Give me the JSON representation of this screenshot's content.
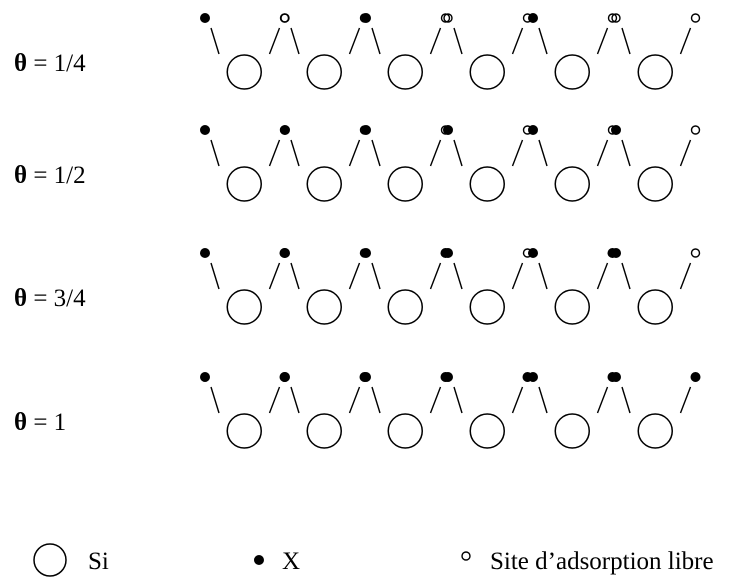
{
  "rows": [
    {
      "prefix": "θ",
      "equals": " = ",
      "value": "1/4",
      "sites": [
        [
          1,
          0
        ],
        [
          0,
          0
        ],
        [
          1,
          0
        ],
        [
          0,
          0
        ],
        [
          1,
          0
        ],
        [
          0,
          0
        ]
      ]
    },
    {
      "prefix": "θ",
      "equals": " = ",
      "value": "1/2",
      "sites": [
        [
          1,
          0
        ],
        [
          1,
          0
        ],
        [
          1,
          0
        ],
        [
          1,
          0
        ],
        [
          1,
          0
        ],
        [
          1,
          0
        ]
      ]
    },
    {
      "prefix": "θ",
      "equals": " = ",
      "value": "3/4",
      "sites": [
        [
          1,
          1
        ],
        [
          1,
          0
        ],
        [
          1,
          1
        ],
        [
          1,
          0
        ],
        [
          1,
          1
        ],
        [
          1,
          0
        ]
      ]
    },
    {
      "prefix": "θ",
      "equals": " = ",
      "value": "1",
      "sites": [
        [
          1,
          1
        ],
        [
          1,
          1
        ],
        [
          1,
          1
        ],
        [
          1,
          1
        ],
        [
          1,
          1
        ],
        [
          1,
          1
        ]
      ]
    }
  ],
  "legend": {
    "si_label": "Si",
    "x_label": "X",
    "free_site_label": "Site d’adsorption libre"
  }
}
